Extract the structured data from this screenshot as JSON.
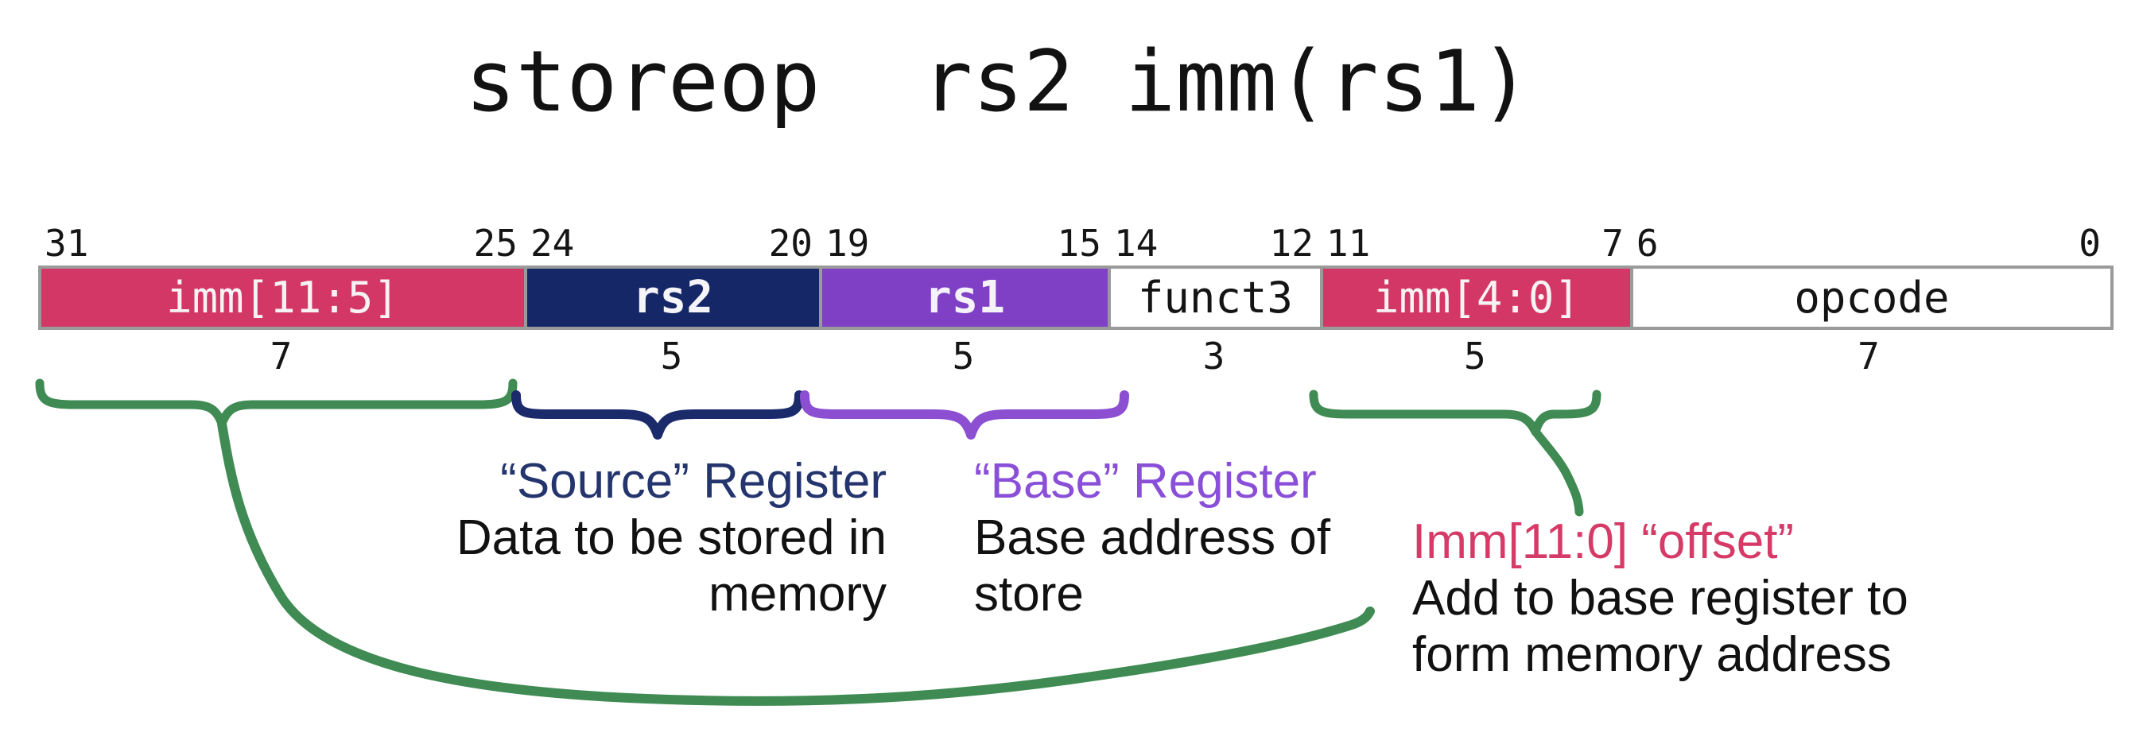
{
  "title": "storeop  rs2 imm(rs1)",
  "colors": {
    "field_pink": "#d33765",
    "field_navy": "#152767",
    "field_purple": "#7f40c6",
    "field_border_gray": "#9a9a9a",
    "brace_green": "#3f8b53",
    "brace_navy": "#1b2a6b",
    "brace_purple": "#8c4fd2",
    "heading_navy": "#24356e",
    "heading_purple": "#8a4fd8",
    "heading_pink": "#d63a67"
  },
  "fields": [
    {
      "label": "imm[11:5]",
      "bit_high": "31",
      "bit_low": "25",
      "width_bits": "7"
    },
    {
      "label": "rs2",
      "bit_high": "24",
      "bit_low": "20",
      "width_bits": "5"
    },
    {
      "label": "rs1",
      "bit_high": "19",
      "bit_low": "15",
      "width_bits": "5"
    },
    {
      "label": "funct3",
      "bit_high": "14",
      "bit_low": "12",
      "width_bits": "3"
    },
    {
      "label": "imm[4:0]",
      "bit_high": "11",
      "bit_low": "7",
      "width_bits": "5"
    },
    {
      "label": "opcode",
      "bit_high": "6",
      "bit_low": "0",
      "width_bits": "7"
    }
  ],
  "annotations": {
    "source": {
      "heading": "“Source” Register",
      "body_line1": "Data to be stored in",
      "body_line2": "memory"
    },
    "base": {
      "heading": "“Base” Register",
      "body_line1": "Base address of",
      "body_line2": "store"
    },
    "offset": {
      "heading": "Imm[11:0] “offset”",
      "body_line1": "Add to base register to",
      "body_line2": "form memory address"
    }
  }
}
